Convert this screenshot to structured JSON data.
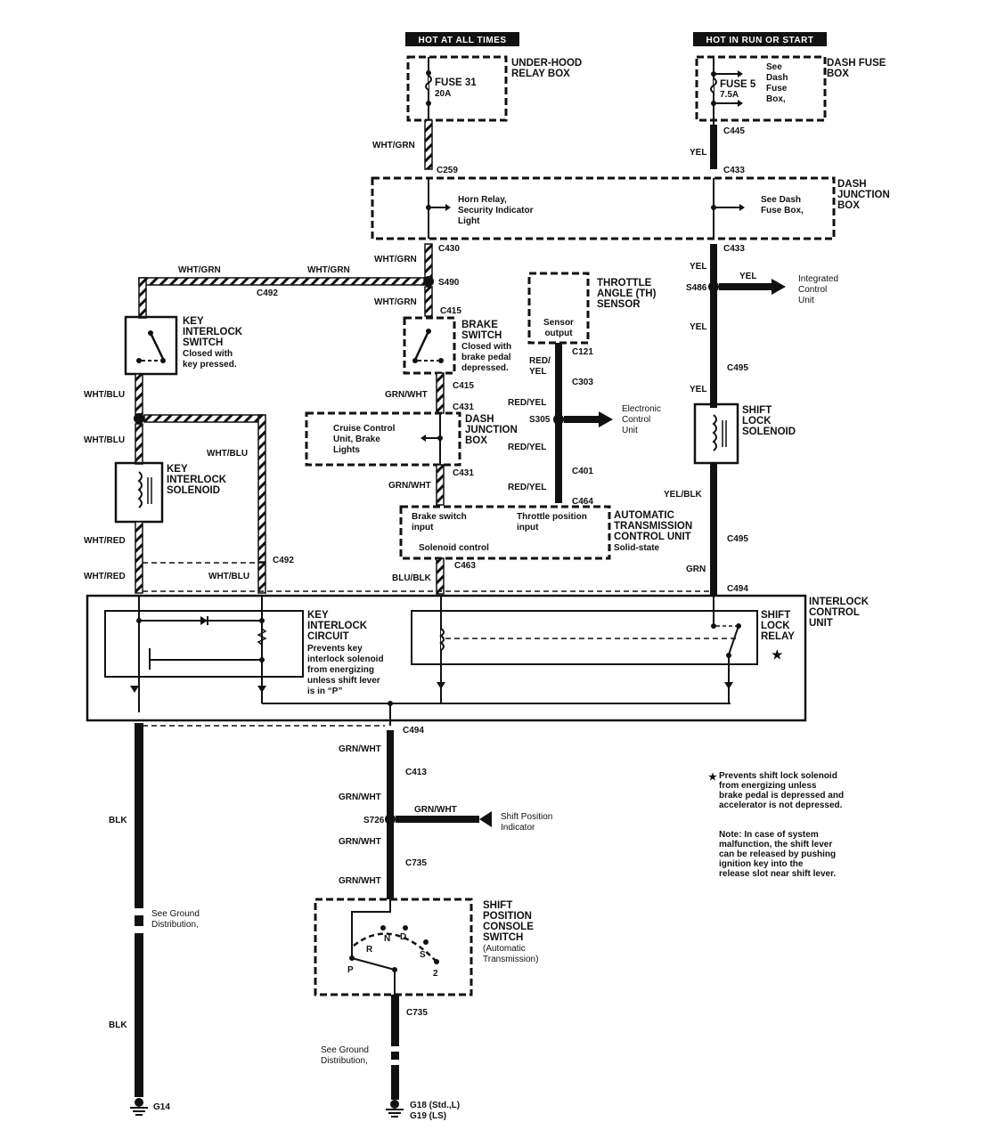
{
  "banners": {
    "left": "HOT AT ALL TIMES",
    "right": "HOT IN RUN OR START"
  },
  "boxes": {
    "underhood": {
      "title1": "UNDER-HOOD",
      "title2": "RELAY BOX",
      "fuse": "FUSE 31",
      "rating": "20A"
    },
    "dashfuse": {
      "title1": "DASH FUSE",
      "title2": "BOX",
      "fuse": "FUSE 5",
      "rating": "7.5A",
      "note1": "See",
      "note2": "Dash",
      "note3": "Fuse",
      "note4": "Box,"
    },
    "dashjunction": {
      "title1": "DASH",
      "title2": "JUNCTION",
      "title3": "BOX",
      "left1": "Horn Relay,",
      "left2": "Security Indicator",
      "left3": "Light",
      "right1": "See Dash",
      "right2": "Fuse Box,"
    },
    "keyswitch": {
      "title1": "KEY",
      "title2": "INTERLOCK",
      "title3": "SWITCH",
      "desc1": "Closed with",
      "desc2": "key pressed."
    },
    "brakeswitch": {
      "title1": "BRAKE",
      "title2": "SWITCH",
      "desc1": "Closed with",
      "desc2": "brake pedal",
      "desc3": "depressed."
    },
    "throttle": {
      "title1": "THROTTLE",
      "title2": "ANGLE (TH)",
      "title3": "SENSOR",
      "inner1": "Sensor",
      "inner2": "output"
    },
    "dashjunction2": {
      "title1": "DASH",
      "title2": "JUNCTION",
      "title3": "BOX",
      "inner1": "Cruise Control",
      "inner2": "Unit, Brake",
      "inner3": "Lights"
    },
    "keysolenoid": {
      "title1": "KEY",
      "title2": "INTERLOCK",
      "title3": "SOLENOID"
    },
    "shiftsolenoid": {
      "title1": "SHIFT",
      "title2": "LOCK",
      "title3": "SOLENOID"
    },
    "atcu": {
      "title1": "AUTOMATIC",
      "title2": "TRANSMISSION",
      "title3": "CONTROL UNIT",
      "sub": "Solid-state",
      "in1a": "Brake switch",
      "in1b": "input",
      "in2a": "Throttle position",
      "in2b": "input",
      "ctl": "Solenoid control"
    },
    "icu": {
      "title1": "INTERLOCK",
      "title2": "CONTROL",
      "title3": "UNIT"
    },
    "keycircuit": {
      "title1": "KEY",
      "title2": "INTERLOCK",
      "title3": "CIRCUIT",
      "d1": "Prevents key",
      "d2": "interlock solenoid",
      "d3": "from energizing",
      "d4": "unless shift lever",
      "d5": "is in “P”"
    },
    "shiftrelay": {
      "title1": "SHIFT",
      "title2": "LOCK",
      "title3": "RELAY",
      "star": "★"
    },
    "consoleswitch": {
      "title1": "SHIFT",
      "title2": "POSITION",
      "title3": "CONSOLE",
      "title4": "SWITCH",
      "sub1": "(Automatic",
      "sub2": "Transmission)",
      "pos": [
        "P",
        "R",
        "N",
        "D",
        "S",
        "2"
      ]
    }
  },
  "wires": {
    "wht_grn": "WHT/GRN",
    "yel": "YEL",
    "wht_blu": "WHT/BLU",
    "wht_red": "WHT/RED",
    "grn_wht": "GRN/WHT",
    "red": "RED/",
    "yel2": "YEL",
    "red_yel": "RED/YEL",
    "yel_blk": "YEL/BLK",
    "grn": "GRN",
    "blu_blk": "BLU/BLK",
    "blk": "BLK"
  },
  "connectors": {
    "c259": "C259",
    "c445": "C445",
    "c433": "C433",
    "c430": "C430",
    "c492": "C492",
    "s490": "S490",
    "c415": "C415",
    "s486": "S486",
    "c121": "C121",
    "c303": "C303",
    "s305": "S305",
    "c401": "C401",
    "c464": "C464",
    "c431": "C431",
    "c495": "C495",
    "c463": "C463",
    "c494": "C494",
    "c413": "C413",
    "s726": "S726",
    "c735": "C735"
  },
  "destinations": {
    "icu1": "Integrated",
    "icu2": "Control",
    "icu3": "Unit",
    "ecu1": "Electronic",
    "ecu2": "Control",
    "ecu3": "Unit",
    "spi1": "Shift Position",
    "spi2": "Indicator",
    "gnd1": "See Ground",
    "gnd2": "Distribution,"
  },
  "grounds": {
    "g14": "G14",
    "g18": "G18 (Std.,L)",
    "g19": "G19 (LS)"
  },
  "notes": {
    "star": "★",
    "n1": "Prevents shift lock solenoid",
    "n2": "from energizing unless",
    "n3": "brake pedal is depressed and",
    "n4": "accelerator is not depressed.",
    "m1": "Note: In case of system",
    "m2": "malfunction, the shift lever",
    "m3": "can be released by pushing",
    "m4": "ignition key into the",
    "m5": "release slot near shift lever."
  }
}
